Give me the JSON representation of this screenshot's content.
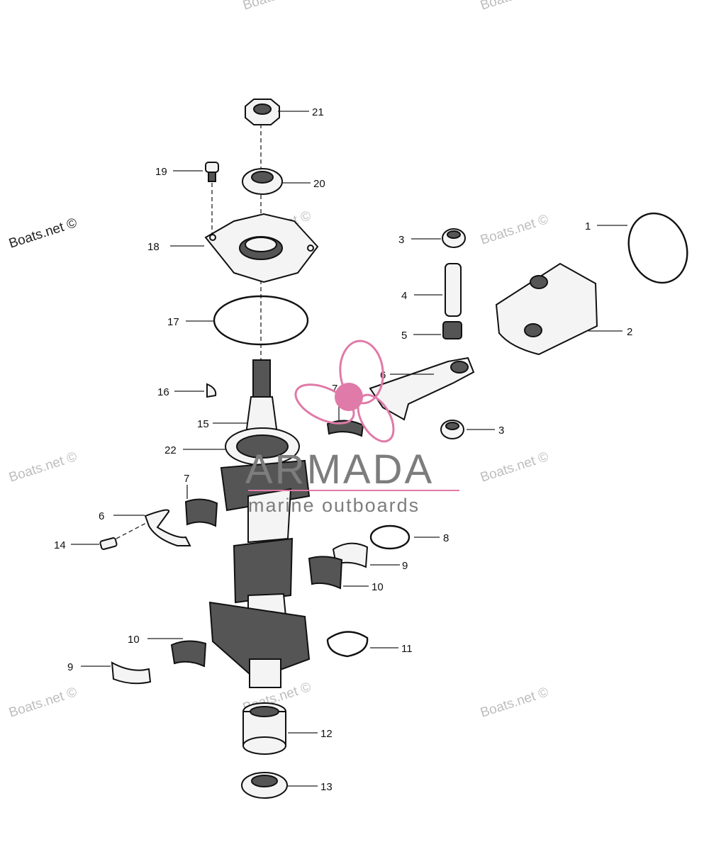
{
  "watermark": {
    "text": "Boats.net ©",
    "color": "#bdbdbd"
  },
  "logo": {
    "brand": "ARMADA",
    "tagline": "marine outboards",
    "accent": "#e07aa8",
    "text_color": "#7d7d7d"
  },
  "callouts": {
    "c1": "1",
    "c2": "2",
    "c3a": "3",
    "c3b": "3",
    "c4": "4",
    "c5": "5",
    "c6a": "6",
    "c6b": "6",
    "c7a": "7",
    "c7b": "7",
    "c8": "8",
    "c9a": "9",
    "c9b": "9",
    "c10a": "10",
    "c10b": "10",
    "c11": "11",
    "c12": "12",
    "c13": "13",
    "c14": "14",
    "c15": "15",
    "c16": "16",
    "c17": "17",
    "c18": "18",
    "c19": "19",
    "c20": "20",
    "c21": "21",
    "c22": "22"
  }
}
